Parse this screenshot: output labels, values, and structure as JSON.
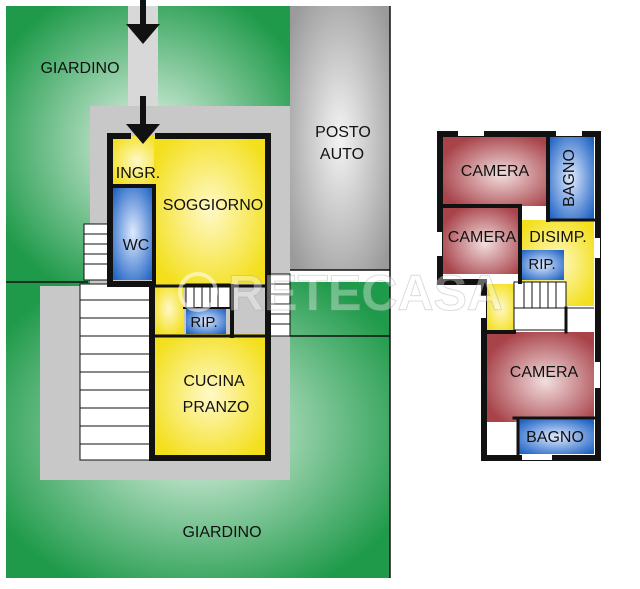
{
  "colors": {
    "garden": "#1f9a4a",
    "garden_light": "#e8f6ec",
    "living": "#f3df1c",
    "living_light": "#fff9c8",
    "service": "#1f63c4",
    "service_light": "#dfeaff",
    "bedroom": "#a8434a",
    "bedroom_light": "#f2dede",
    "parking": "#9a9a9a",
    "parking_light": "#f4f4f4",
    "path": "#c4c4c4",
    "wall": "#111111"
  },
  "ground_floor": {
    "giardino_top": "GIARDINO",
    "giardino_bottom": "GIARDINO",
    "posto_auto": [
      "POSTO",
      "AUTO"
    ],
    "ingresso": "INGR.",
    "soggiorno": "SOGGIORNO",
    "wc": "WC",
    "ripostiglio": "RIP.",
    "cucina_pranzo": [
      "CUCINA",
      "PRANZO"
    ]
  },
  "first_floor": {
    "camera_1": "CAMERA",
    "camera_2": "CAMERA",
    "camera_3": "CAMERA",
    "bagno_1": "BAGNO",
    "bagno_2": "BAGNO",
    "disimpegno": "DISIMP.",
    "ripostiglio": "RIP."
  },
  "watermark": "RETECASA"
}
